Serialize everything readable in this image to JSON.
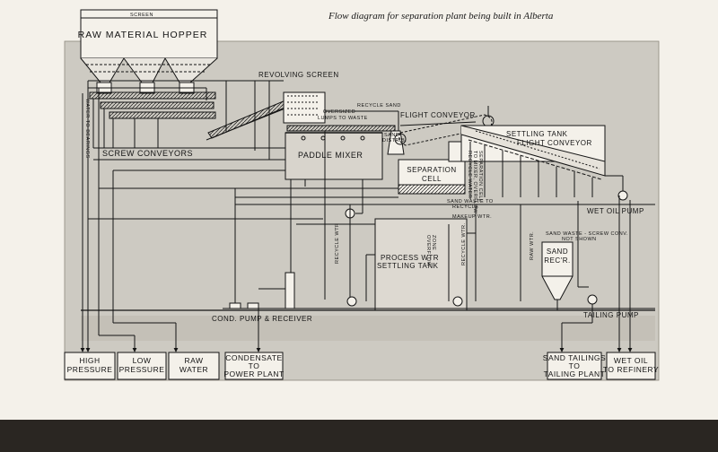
{
  "caption": "Flow diagram for separation plant being built in Alberta",
  "labels": {
    "screen": "SCREEN",
    "raw_material_hopper": "RAW MATERIAL HOPPER",
    "revolving_screen": "REVOLVING SCREEN",
    "recycle_sand": "RECYCLE SAND",
    "oversized_lumps_to_waste": [
      "OVERSIZED",
      "LUMPS TO WASTE"
    ],
    "flight_conveyor_top": "FLIGHT CONVEYOR",
    "settling_tank": "SETTLING TANK",
    "flight_conveyor_tank": "FLIGHT CONVEYOR",
    "sand_distrib": [
      "SAND",
      "DISTRIB."
    ],
    "screw_conveyors": "SCREW CONVEYORS",
    "paddle_mixer": "PADDLE MIXER",
    "separation_cell": [
      "SEPARATION",
      "CELL"
    ],
    "recycle_water_to_mixer": [
      "RECYCLE WATER",
      "TO MIXER, OVERFLOW",
      "SEPARATION CELL"
    ],
    "sand_waste_to_recycle": [
      "SAND WASTE TO",
      "RECYCLE"
    ],
    "makeup_wtr": "MAKEUP WTR.",
    "wet_oil_pump": "WET OIL  PUMP",
    "water_to_bearings": "WATER TO BEARINGS",
    "process_wtr_settling_tank": [
      "PROCESS WTR",
      "SETTLING TANK"
    ],
    "overflow_zone": [
      "OVERFLOW",
      "ZONE"
    ],
    "recycle_wtr_left": "RECYCLE WTR",
    "recycle_wtr_right": "RECYCLE WTR.",
    "raw_wtr": "RAW WTR.",
    "sand_waste_screw_conv": [
      "SAND WASTE - SCREW CONV.",
      "NOT SHOWN"
    ],
    "sand_recr": [
      "SAND",
      "REC'R."
    ],
    "cond_pump_receiver": "COND. PUMP & RECEIVER",
    "tailing_pump": "TAILING PUMP"
  },
  "bottom_boxes": {
    "high_pressure": [
      "HIGH",
      "PRESSURE"
    ],
    "low_pressure": [
      "LOW",
      "PRESSURE"
    ],
    "raw_water": [
      "RAW",
      "WATER"
    ],
    "condensate": [
      "CONDENSATE",
      "TO",
      "POWER PLANT"
    ],
    "sand_tailings": [
      "SAND TAILINGS",
      "TO",
      "TAILING PLANT"
    ],
    "wet_oil_refinery": [
      "WET OIL",
      "TO REFINERY"
    ]
  },
  "colors": {
    "paper": "#f4f1ea",
    "plate": "#cdcac2",
    "line": "#141414",
    "edge": "#2a2622"
  }
}
